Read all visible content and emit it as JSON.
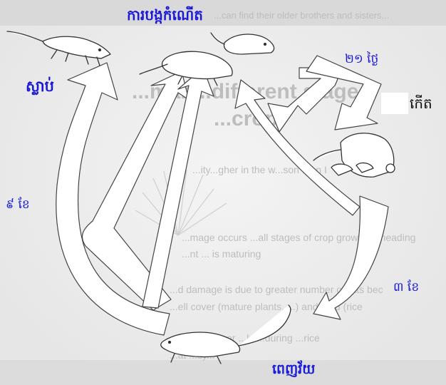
{
  "labels": {
    "breeding": "ការបង្កកំណើត",
    "dead": "ស្លាប់",
    "days21": "២១ ថ្ងៃ",
    "born": "កើត",
    "months9": "៩ ខែ",
    "months3": "៣ ខែ",
    "mature": "ពេញវ័យ"
  },
  "background_text": [
    "...can find their older brothers and sisters...",
    "...man...different stages",
    "...crop",
    "...ity...gher in the w...son than I",
    "...mage occurs ...all stages of crop growth ... heading",
    "...nt ... is maturing",
    "...d damage is due to greater number of rats bec",
    "...ell cover (mature plants, ...) and food (rice",
    "...ts sum... ...er ...ly ...during ...rice",
    "...at ...sy..."
  ],
  "colors": {
    "label_blue": "#1a1ad6",
    "line": "#444444",
    "background_text": "#bdbdbd"
  }
}
